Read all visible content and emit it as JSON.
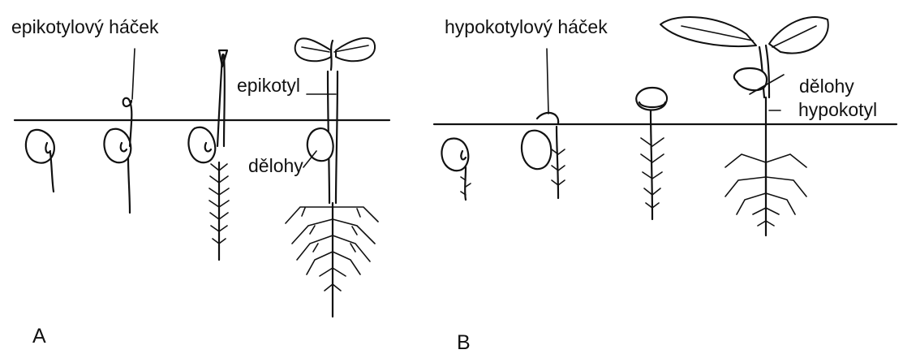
{
  "panel_a": {
    "letter": "A",
    "label_hook": "epikotylový háček",
    "label_stem": "epikotyl",
    "label_cotyledons": "dělohy"
  },
  "panel_b": {
    "letter": "B",
    "label_hook": "hypokotylový háček",
    "label_cotyledons": "dělohy",
    "label_stem": "hypokotyl"
  },
  "colors": {
    "ink": "#111111",
    "background": "#ffffff"
  }
}
